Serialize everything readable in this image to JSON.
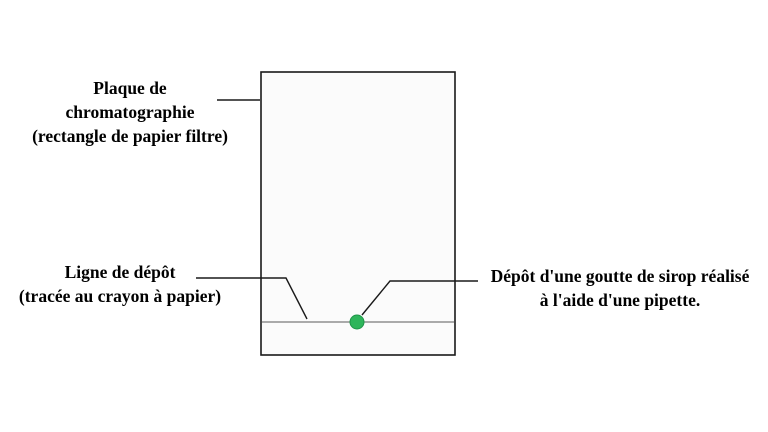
{
  "labels": {
    "plate": {
      "lines": [
        "Plaque de",
        "chromatographie",
        "(rectangle de papier filtre)"
      ]
    },
    "deposit_line": {
      "lines": [
        "Ligne de dépôt",
        "(tracée au crayon à papier)"
      ]
    },
    "drop": {
      "lines": [
        "Dépôt d'une goutte de sirop réalisé",
        "à l'aide d'une pipette."
      ]
    }
  },
  "colors": {
    "background": "#ffffff",
    "text": "#000000",
    "plate_fill": "#fbfbfb",
    "plate_border": "#1a1a1a",
    "deposit_line": "#8f8f8f",
    "leader_line": "#1a1a1a",
    "drop_fill": "#2eb55b",
    "drop_stroke": "#1f9549"
  }
}
